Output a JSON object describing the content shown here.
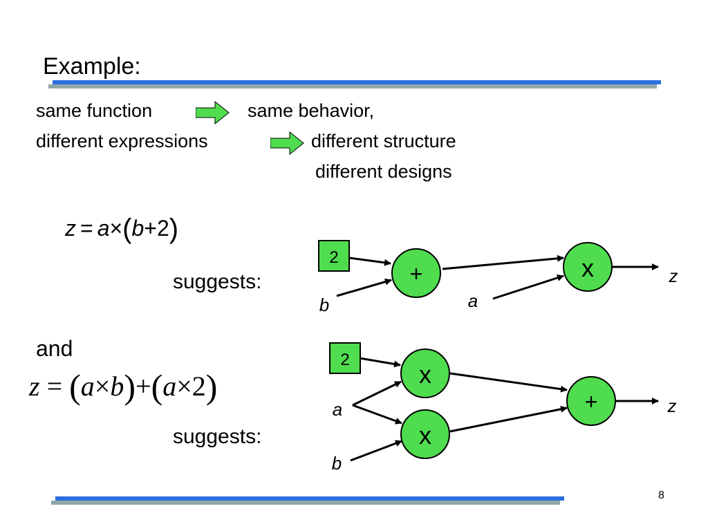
{
  "slide": {
    "title": "Example:",
    "page_number": "8"
  },
  "intro": {
    "line1_left": "same function",
    "line1_right": "same behavior,",
    "line2_left": "different expressions",
    "line2_right": "different structure",
    "line3_right": "different designs"
  },
  "example1": {
    "eq": {
      "lhs": "z",
      "eq": "=",
      "a": "a",
      "times": "×",
      "lpar": "(",
      "b": "b",
      "plus": "+",
      "two": "2",
      "rpar": ")"
    },
    "suggests": "suggests:",
    "const_label": "2",
    "plus_node": "+",
    "times_node": "x",
    "input_a": "a",
    "input_b": "b",
    "output_z": "z"
  },
  "and_label": "and",
  "example2": {
    "eq": {
      "lhs": "z",
      "eq": "=",
      "lpar1": "(",
      "a1": "a",
      "times1": "×",
      "b": "b",
      "rpar1": ")",
      "plus": "+",
      "lpar2": "(",
      "a2": "a",
      "times2": "×",
      "two": "2",
      "rpar2": ")"
    },
    "suggests": "suggests:",
    "const_label": "2",
    "times_node_top": "x",
    "times_node_bottom": "x",
    "plus_node": "+",
    "input_a": "a",
    "input_b": "b",
    "output_z": "z"
  },
  "colors": {
    "node_fill": "#4fdc4f",
    "rule_blue": "#2a6fdc",
    "rule_gray": "#8fa8a8"
  }
}
